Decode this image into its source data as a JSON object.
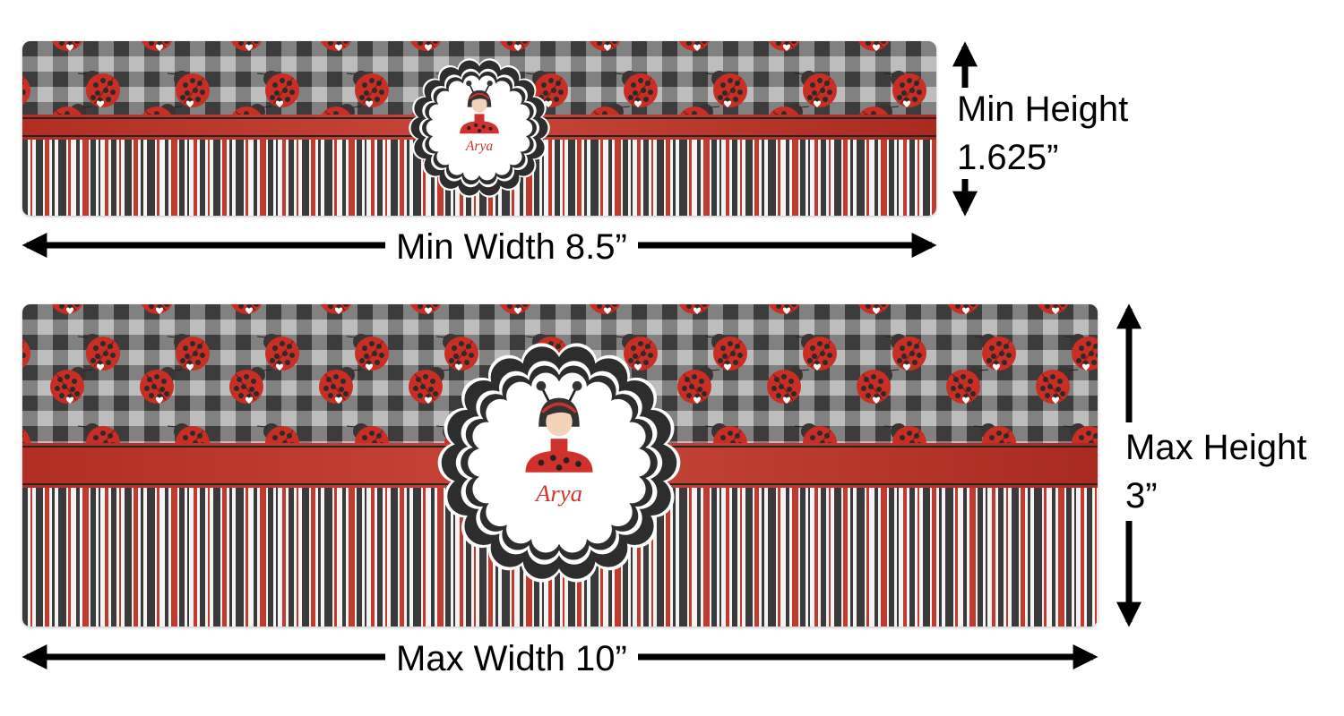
{
  "title": "Ladybug Gingham & Stripes Personalized Banner Size Guide",
  "min": {
    "width_label": "Min Width 8.5”",
    "height_label_line1": "Min Height",
    "height_label_line2": "1.625”"
  },
  "max": {
    "width_label": "Max Width 10”",
    "height_label_line1": "Max Height",
    "height_label_line2": "3”"
  },
  "personalization": {
    "name": "Arya"
  },
  "colors": {
    "red": "#c13a2e",
    "dark": "#3a3a3a",
    "white": "#f4f4f4",
    "gingham_light": "#bdbdbd"
  }
}
